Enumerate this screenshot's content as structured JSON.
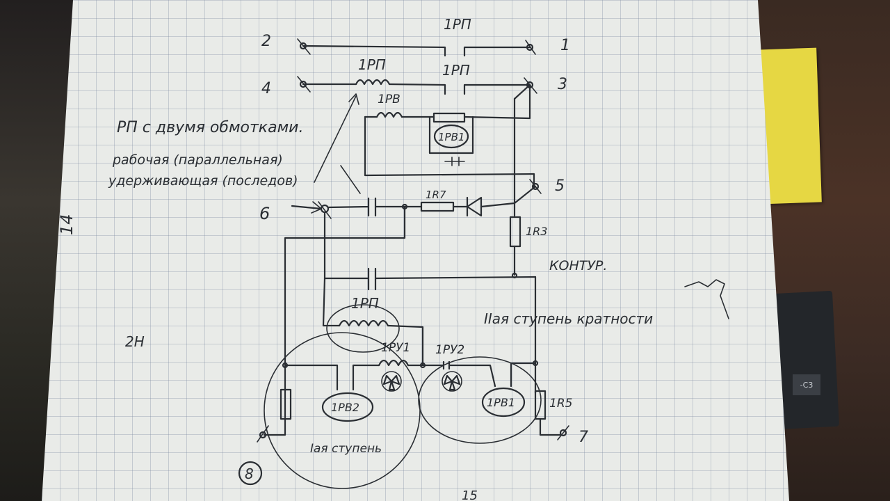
{
  "labels": {
    "top_relay_contact": "1РП",
    "coil_1rp_upper": "1РП",
    "contact_1rp_lower": "1РП",
    "coil_1rv": "1РВ",
    "relay_1rv_box": "1РВ1",
    "resistor_1r7": "1R7",
    "resistor_1r3": "1R3",
    "coil_1rp_lower": "1РП",
    "relay_1ru1": "1РУ1",
    "relay_1ru2": "1РУ2",
    "relay_1rv2": "1РВ2",
    "relay_1rv_right": "1РВ1",
    "resistor_1r5": "1R5"
  },
  "terminals": {
    "t1": "1",
    "t2": "2",
    "t3": "3",
    "t4": "4",
    "t5": "5",
    "t6": "6",
    "t7": "7",
    "t8": "8"
  },
  "notes": {
    "rp_two_windings": "РП с двумя обмотками.",
    "working_parallel": "рабочая (параллельная)",
    "holding_series": "удерживающая (последов)",
    "contour": "КОНТУР.",
    "stage_two": "IIая ступень кратности",
    "stage_one": "Iая ступень",
    "margin_14": "14",
    "margin_2n": "2Н",
    "page_number": "15"
  },
  "device_label": "-C3"
}
